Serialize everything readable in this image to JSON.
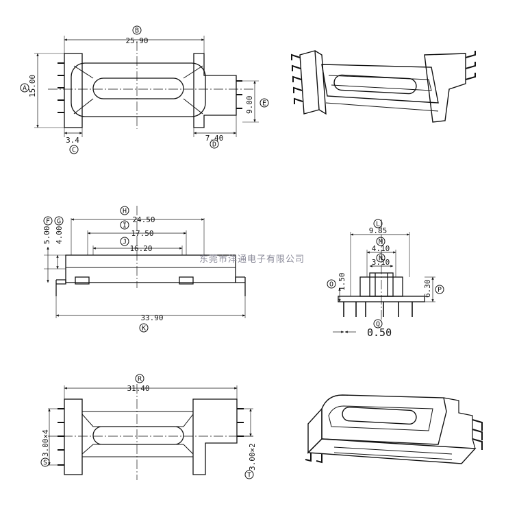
{
  "watermark": "东莞市洋通电子有限公司",
  "views": {
    "top": {
      "dims": [
        {
          "tag": "B",
          "value": "25.90"
        },
        {
          "tag": "A",
          "value": "15.00"
        },
        {
          "tag": "C",
          "value": "3.4"
        },
        {
          "tag": "D",
          "value": "7.40"
        },
        {
          "tag": "E",
          "value": "9.00"
        }
      ]
    },
    "side": {
      "dims": [
        {
          "tag": "H",
          "value": "24.50"
        },
        {
          "tag": "I",
          "value": "17.50"
        },
        {
          "tag": "J",
          "value": "16.20"
        },
        {
          "tag": "F",
          "value": "5.00"
        },
        {
          "tag": "G",
          "value": "4.00"
        },
        {
          "tag": "K",
          "value": "33.90"
        }
      ]
    },
    "end": {
      "dims": [
        {
          "tag": "L",
          "value": "9.85"
        },
        {
          "tag": "M",
          "value": "4.10"
        },
        {
          "tag": "N",
          "value": "3.10"
        },
        {
          "tag": "O",
          "value": "1.50"
        },
        {
          "tag": "P",
          "value": "6.30"
        },
        {
          "tag": "Q",
          "value": "0.50"
        }
      ]
    },
    "bottom": {
      "dims": [
        {
          "tag": "R",
          "value": "31.40"
        },
        {
          "tag": "S",
          "value": "3.00×4"
        },
        {
          "tag": "T",
          "value": "3.00×2"
        }
      ]
    }
  }
}
